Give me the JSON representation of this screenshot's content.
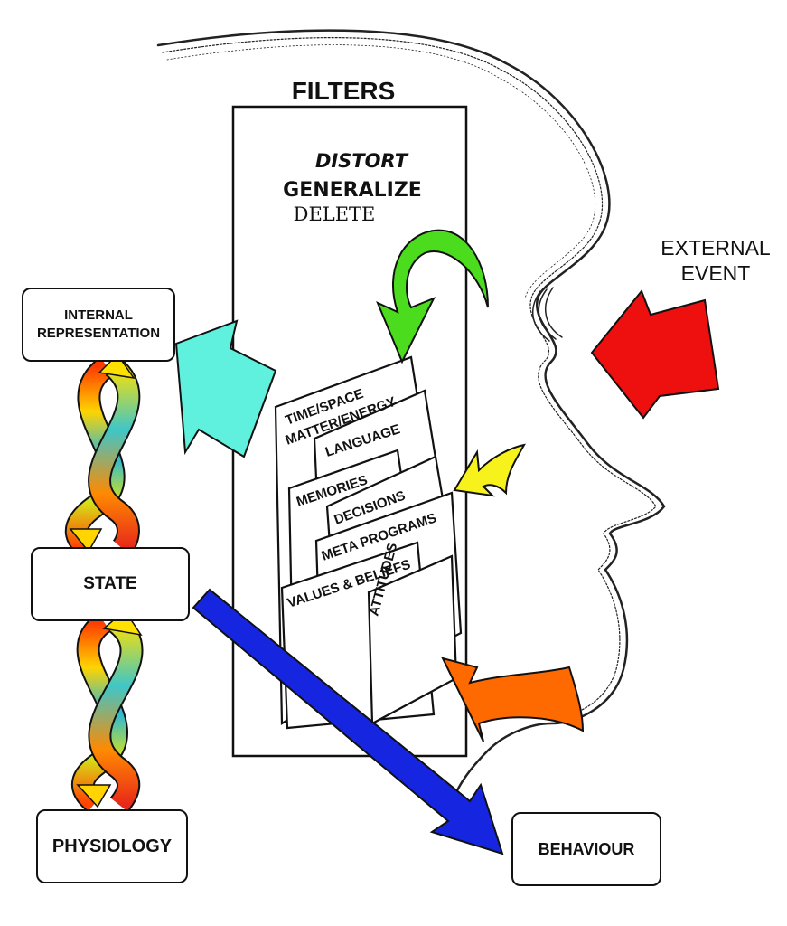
{
  "title": "FILTERS",
  "processes": {
    "distort": "DISTORT",
    "generalize": "GENERALIZE",
    "delete": "DELETE"
  },
  "filters": [
    "TIME/SPACE",
    "MATTER/ENERGY",
    "LANGUAGE",
    "MEMORIES",
    "DECISIONS",
    "META PROGRAMS",
    "VALUES & BELIEFS",
    "ATTITUDES"
  ],
  "nodes": {
    "internal_representation": "INTERNAL REPRESENTATION",
    "state": "STATE",
    "physiology": "PHYSIOLOGY",
    "behaviour": "BEHAVIOUR",
    "external_event_line1": "EXTERNAL",
    "external_event_line2": "EVENT"
  },
  "colors": {
    "green_arrow": "#4cdc1e",
    "cyan_arrow": "#5ff0de",
    "red_arrow": "#ee0f0f",
    "yellow_arrow": "#f7f21c",
    "orange_arrow": "#ff6a00",
    "blue_arrow": "#1626e0"
  }
}
